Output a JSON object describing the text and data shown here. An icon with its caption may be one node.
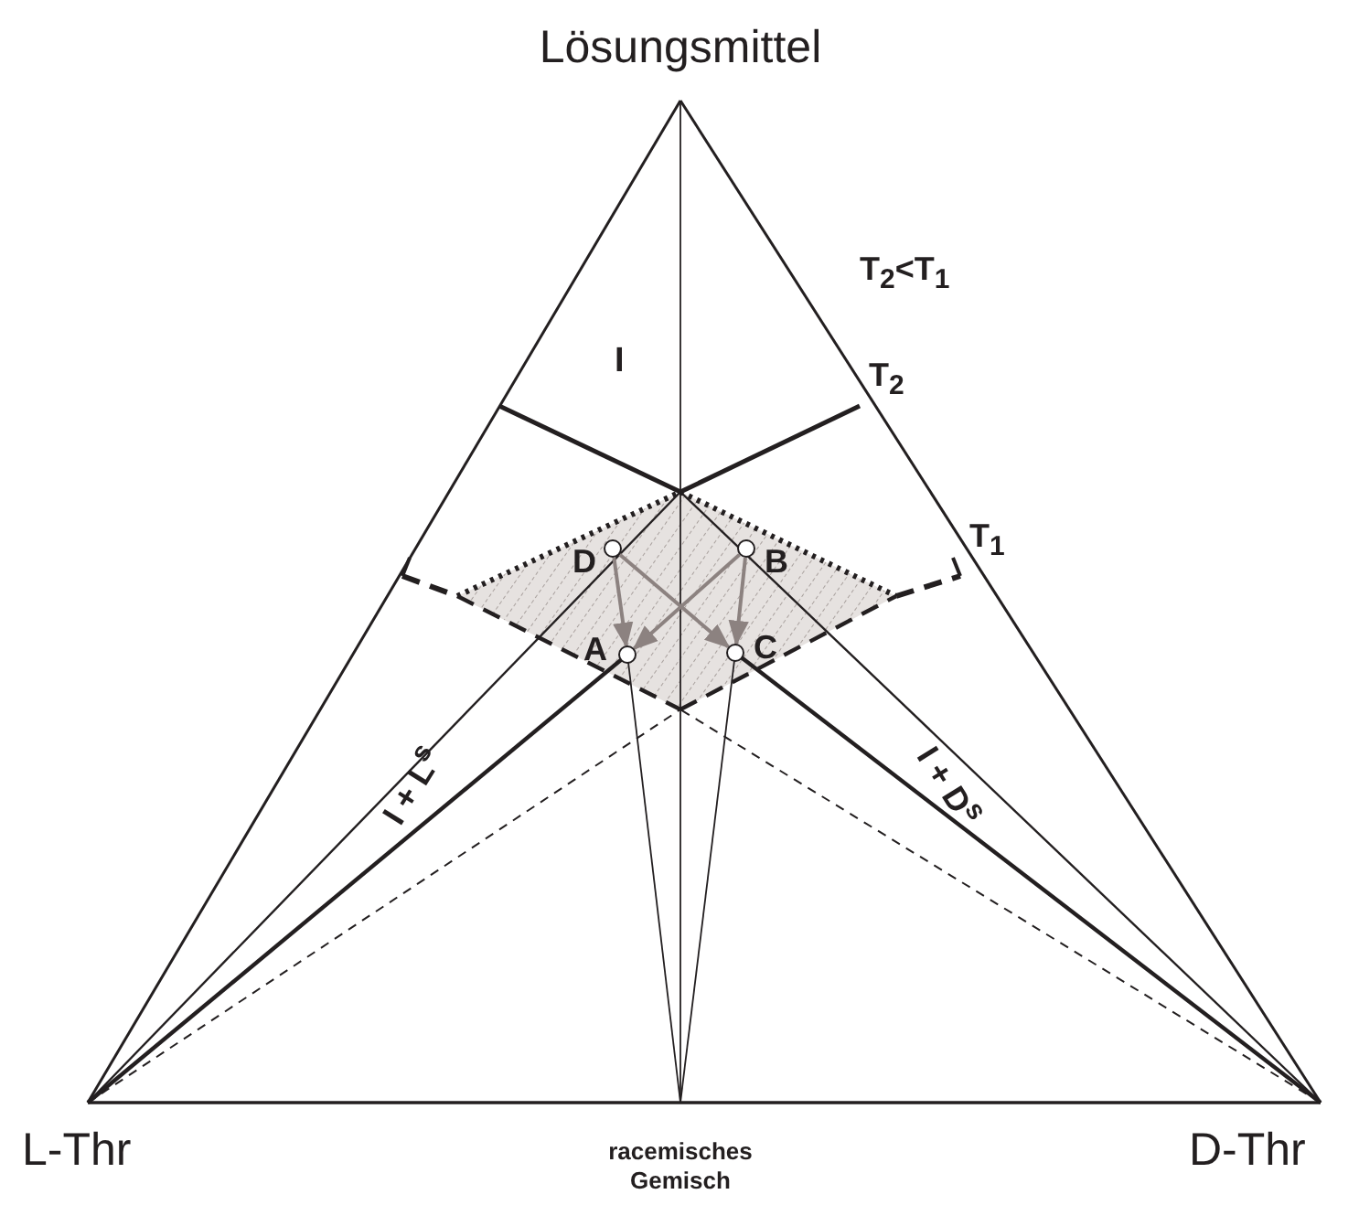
{
  "diagram": {
    "nodes": [
      {
        "text": [],
        "shape": "circle",
        "beside": [
          "D"
        ]
      },
      {
        "text": [],
        "shape": "circle",
        "beside": [
          "B"
        ]
      },
      {
        "text": [],
        "shape": "circle",
        "beside": [
          "A"
        ]
      },
      {
        "text": [],
        "shape": "circle",
        "beside": [
          "C"
        ]
      }
    ],
    "edges": [
      {
        "from": 0,
        "to": 2,
        "arrow": "to"
      },
      {
        "from": 1,
        "to": 3,
        "arrow": "to"
      },
      {
        "from": 0,
        "to": 3,
        "arrow": "to"
      },
      {
        "from": 1,
        "to": 2,
        "arrow": "to"
      }
    ],
    "labels": [
      "Lösungsmittel",
      "T$_{2}$<T$_{1}$",
      "I",
      "T$_{2}$",
      "T$_{1}$",
      "I + L$^{s}$",
      "I + D$^{s}$",
      "L-Thr",
      "D-Thr",
      "racemisches Gemisch"
    ]
  }
}
